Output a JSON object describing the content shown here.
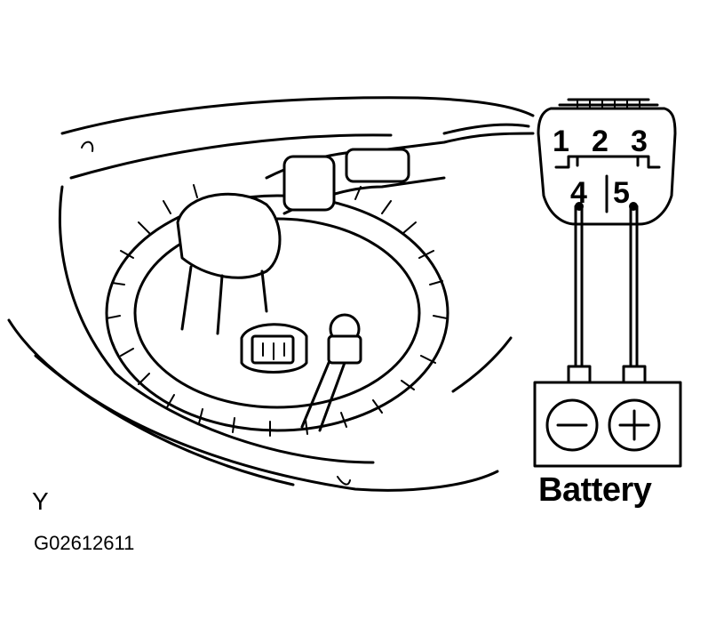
{
  "view_label": "Y",
  "figure_code": "G02612611",
  "connector": {
    "pins": [
      "1",
      "2",
      "3",
      "4",
      "5"
    ]
  },
  "battery": {
    "label": "Battery",
    "negative_symbol": "−",
    "positive_symbol": "+"
  }
}
